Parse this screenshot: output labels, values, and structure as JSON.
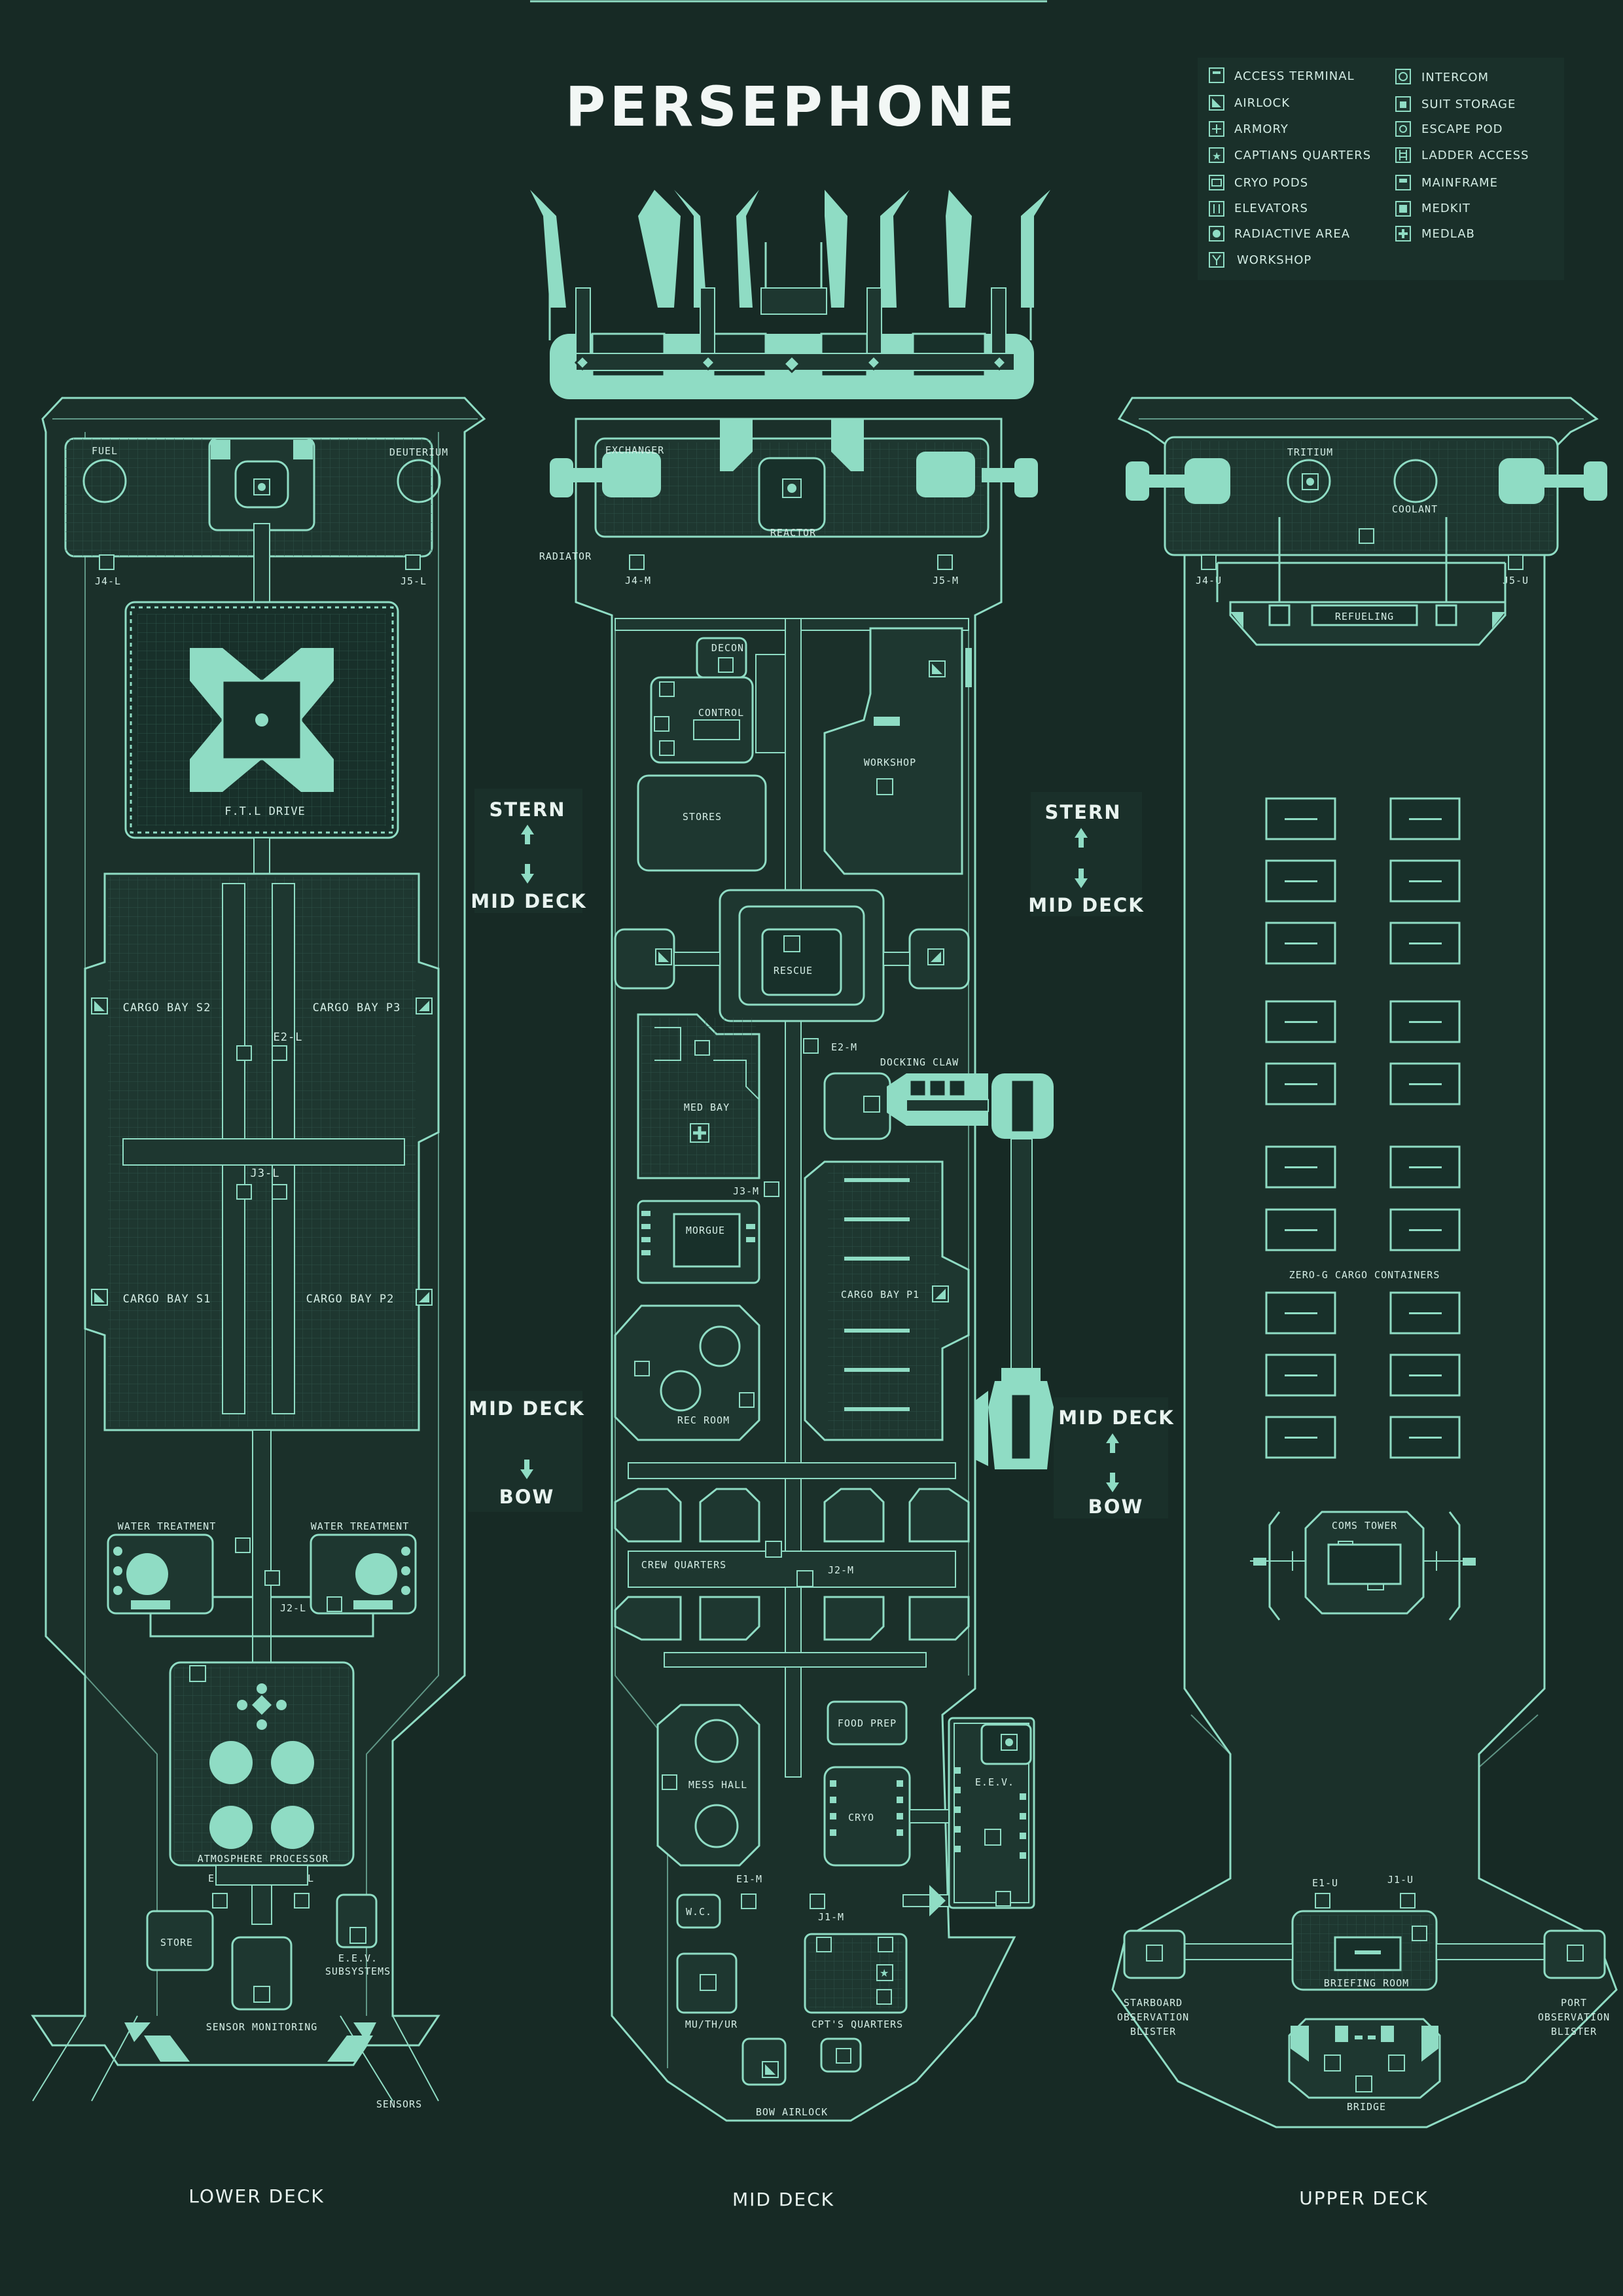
{
  "title": "PERSEPHONE",
  "colors": {
    "background": "#172a25",
    "accent": "#8fdcc4",
    "text": "#e8f3ef"
  },
  "legend": [
    {
      "label": "ACCESS TERMINAL",
      "icon": "terminal-icon"
    },
    {
      "label": "INTERCOM",
      "icon": "intercom-icon"
    },
    {
      "label": "AIRLOCK",
      "icon": "airlock-icon"
    },
    {
      "label": "SUIT STORAGE",
      "icon": "suit-icon"
    },
    {
      "label": "ARMORY",
      "icon": "armory-icon"
    },
    {
      "label": "ESCAPE POD",
      "icon": "escape-pod-icon"
    },
    {
      "label": "CAPTIANS QUARTERS",
      "icon": "star-icon"
    },
    {
      "label": "LADDER ACCESS",
      "icon": "ladder-icon"
    },
    {
      "label": "CRYO PODS",
      "icon": "cryo-icon"
    },
    {
      "label": "MAINFRAME",
      "icon": "mainframe-icon"
    },
    {
      "label": "ELEVATORS",
      "icon": "elevator-icon"
    },
    {
      "label": "MEDKIT",
      "icon": "medkit-icon"
    },
    {
      "label": "RADIACTIVE AREA",
      "icon": "radiation-icon"
    },
    {
      "label": "MEDLAB",
      "icon": "medlab-icon"
    },
    {
      "label": "WORKSHOP",
      "icon": "workshop-icon"
    }
  ],
  "decks": {
    "lower": {
      "name": "LOWER DECK",
      "labels": {
        "fuel": "FUEL",
        "deuterium": "DEUTERIUM",
        "j4": "J4-L",
        "j5": "J5-L",
        "ftl": "F.T.L DRIVE",
        "cargo_s2": "CARGO BAY S2",
        "cargo_p3": "CARGO BAY P3",
        "e2": "E2-L",
        "j3": "J3-L",
        "cargo_s1": "CARGO BAY S1",
        "cargo_p2": "CARGO BAY P2",
        "water1": "WATER TREATMENT",
        "water2": "WATER TREATMENT",
        "j2": "J2-L",
        "atmo": "ATMOSPHERE PROCESSOR",
        "e1": "E1-L",
        "j1": "J1-L",
        "store": "STORE",
        "eev1": "E.E.V.",
        "eev2": "SUBSYSTEMS",
        "sensor_mon": "SENSOR MONITORING",
        "sensors": "SENSORS"
      }
    },
    "mid": {
      "name": "MID DECK",
      "labels": {
        "radiator": "RADIATOR",
        "exchanger": "EXCHANGER",
        "reactor": "REACTOR",
        "j4": "J4-M",
        "j5": "J5-M",
        "decon": "DECON",
        "control": "CONTROL",
        "workshop": "WORKSHOP",
        "stores": "STORES",
        "rescue": "RESCUE",
        "e2": "E2-M",
        "docking": "DOCKING CLAW",
        "medbay": "MED BAY",
        "j3": "J3-M",
        "morgue": "MORGUE",
        "cargo_p1": "CARGO BAY P1",
        "rec": "REC ROOM",
        "crew": "CREW QUARTERS",
        "j2": "J2-M",
        "food": "FOOD PREP",
        "mess": "MESS HALL",
        "cryo": "CRYO",
        "eev": "E.E.V.",
        "e1": "E1-M",
        "wc": "W.C.",
        "j1": "J1-M",
        "muthur": "MU/TH/UR",
        "cpt": "CPT'S QUARTERS",
        "bow": "BOW AIRLOCK"
      }
    },
    "upper": {
      "name": "UPPER DECK",
      "labels": {
        "tritium": "TRITIUM",
        "coolant": "COOLANT",
        "j4": "J4-U",
        "j5": "J5-U",
        "refueling": "REFUELING",
        "zero_g": "ZERO-G CARGO CONTAINERS",
        "coms": "COMS TOWER",
        "e1": "E1-U",
        "j1": "J1-U",
        "briefing": "BRIEFING ROOM",
        "starboard1": "STARBOARD",
        "starboard2": "OBSERVATION",
        "starboard3": "BLISTER",
        "port1": "PORT",
        "port2": "OBSERVATION",
        "port3": "BLISTER",
        "bridge": "BRIDGE"
      }
    }
  },
  "direction_labels": {
    "stern": "STERN",
    "mid_deck": "MID DECK",
    "bow": "BOW"
  }
}
